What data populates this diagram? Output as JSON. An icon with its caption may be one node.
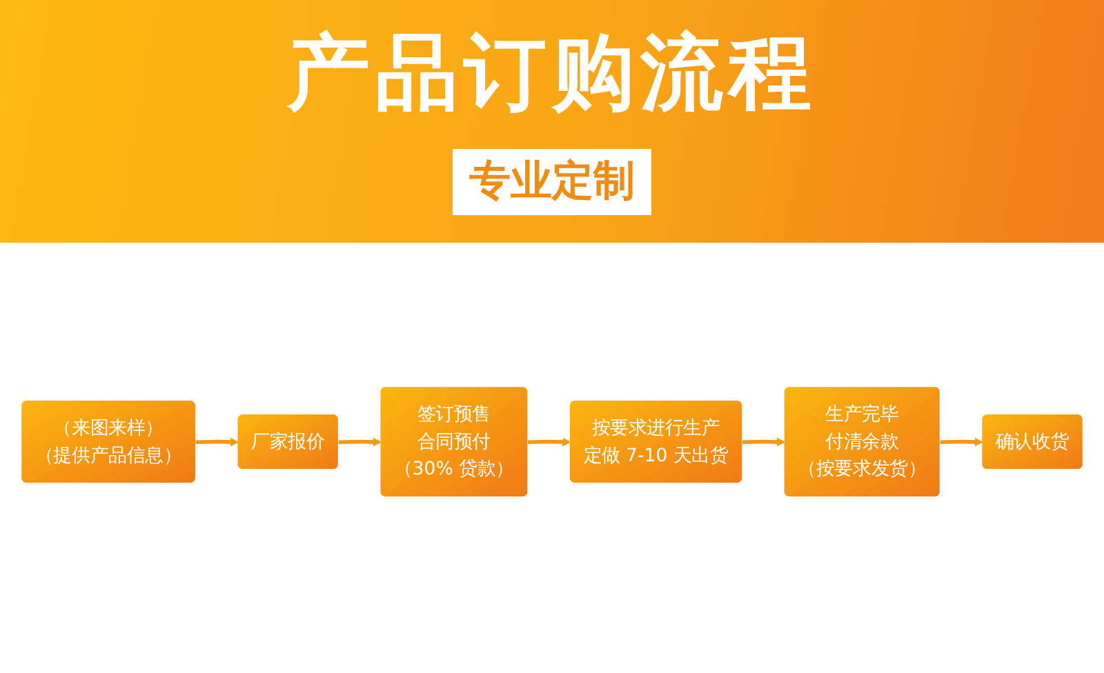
{
  "diagram": {
    "title": "产品订购流程",
    "nodes": [
      {
        "text": [
          "（来图来样）",
          "（提供产品信息）"
        ]
      },
      {
        "text": [
          "厂家报价"
        ]
      },
      {
        "text": [
          "签订预售合同预付",
          "（30% 贷款）"
        ]
      },
      {
        "text": [
          "按要求进行生产定做 7-10 天出货"
        ]
      },
      {
        "text": [
          "生产完毕付清余款",
          "（按要求发货）"
        ]
      },
      {
        "text": [
          "确认收货"
        ]
      }
    ],
    "edges": [
      {
        "from": 0,
        "to": 1,
        "arrow": "to"
      },
      {
        "from": 1,
        "to": 2,
        "arrow": "to"
      },
      {
        "from": 2,
        "to": 3,
        "arrow": "to"
      },
      {
        "from": 3,
        "to": 4,
        "arrow": "to"
      },
      {
        "from": 4,
        "to": 5,
        "arrow": "to"
      }
    ],
    "labels": [
      "专业定制"
    ]
  }
}
